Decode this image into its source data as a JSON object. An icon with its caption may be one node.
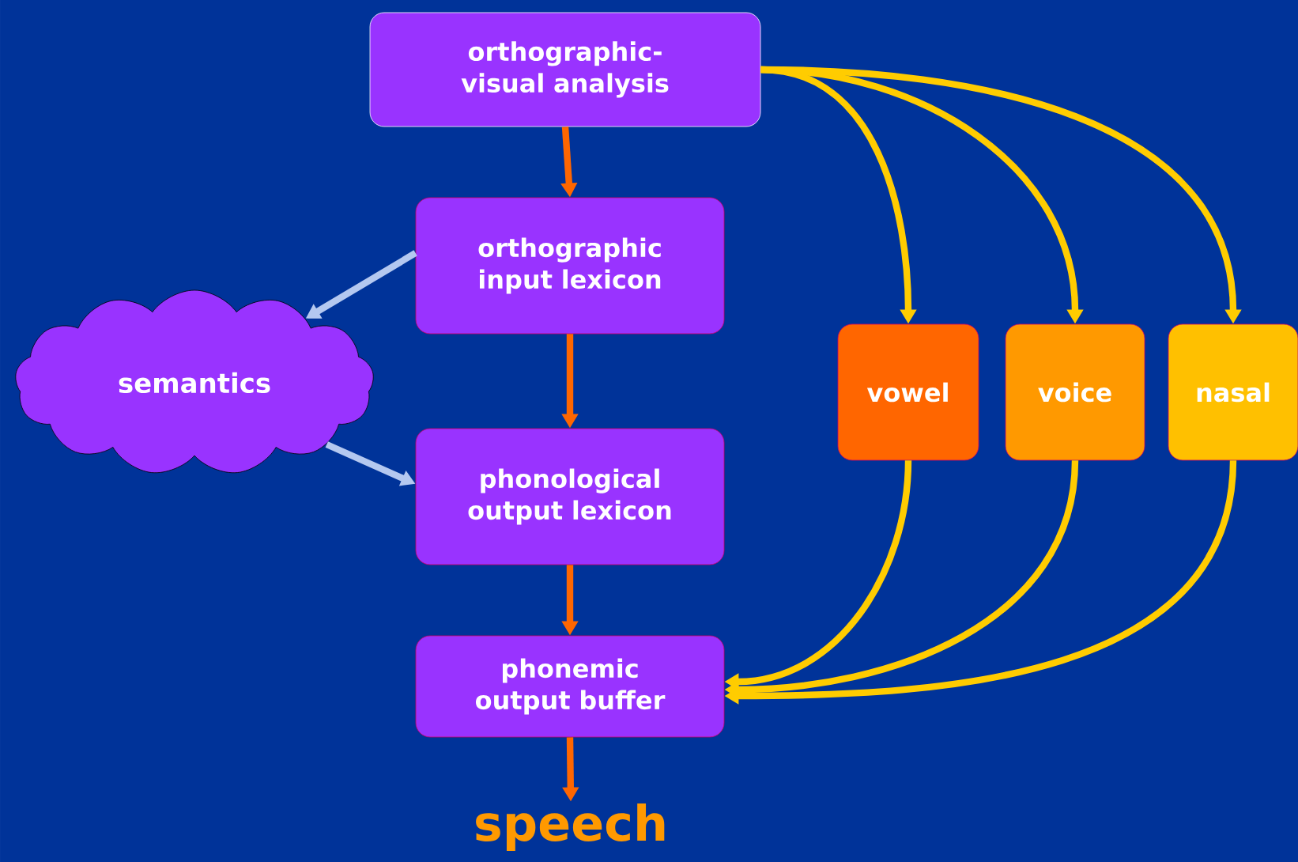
{
  "diagram": {
    "nodes": [
      {
        "text": [
          "orthographic-visual analysis"
        ]
      },
      {
        "text": [
          "orthographic input lexicon"
        ]
      },
      {
        "text": [
          "semantics"
        ]
      },
      {
        "text": [
          "phonological output lexicon"
        ]
      },
      {
        "text": [
          "phonemic output buffer"
        ]
      },
      {
        "text": [
          "speech"
        ]
      },
      {
        "text": [
          "vowel"
        ]
      },
      {
        "text": [
          "voice"
        ]
      },
      {
        "text": [
          "nasal"
        ]
      }
    ],
    "edges": [
      {
        "from": 0,
        "to": 1,
        "arrow": "to",
        "color": "#ff6600"
      },
      {
        "from": 1,
        "to": 2,
        "arrow": "to",
        "color": "#b4c8f0"
      },
      {
        "from": 2,
        "to": 3,
        "arrow": "to",
        "color": "#b4c8f0"
      },
      {
        "from": 1,
        "to": 3,
        "arrow": "to",
        "color": "#ff6600"
      },
      {
        "from": 3,
        "to": 4,
        "arrow": "to",
        "color": "#ff6600"
      },
      {
        "from": 4,
        "to": 5,
        "arrow": "to",
        "color": "#ff6600"
      },
      {
        "from": 0,
        "to": 6,
        "arrow": "to",
        "color": "#ffcc00"
      },
      {
        "from": 0,
        "to": 7,
        "arrow": "to",
        "color": "#ffcc00"
      },
      {
        "from": 0,
        "to": 8,
        "arrow": "to",
        "color": "#ffcc00"
      },
      {
        "from": 6,
        "to": 4,
        "arrow": "to",
        "color": "#ffcc00"
      },
      {
        "from": 7,
        "to": 4,
        "arrow": "to",
        "color": "#ffcc00"
      },
      {
        "from": 8,
        "to": 4,
        "arrow": "to",
        "color": "#ffcc00"
      }
    ]
  }
}
